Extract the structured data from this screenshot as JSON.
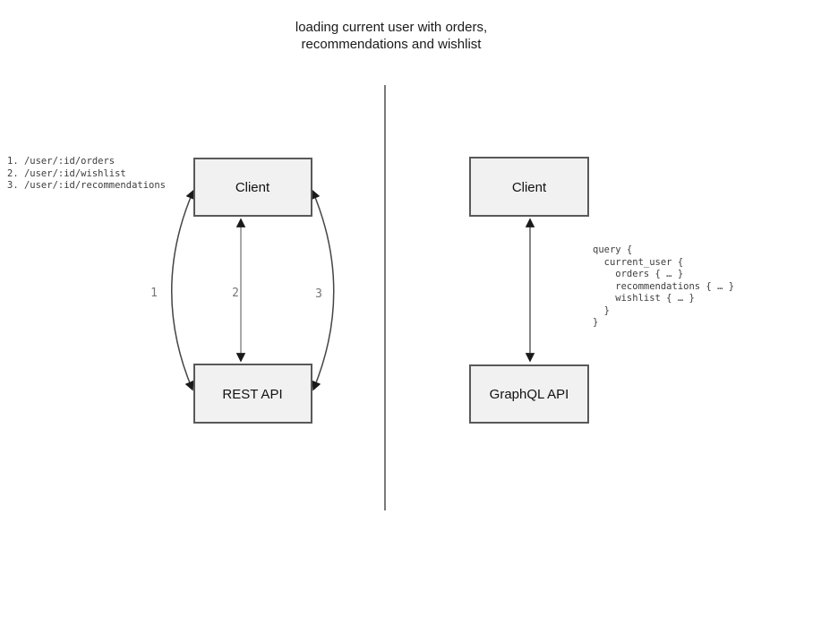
{
  "title": {
    "line1": "loading current user with orders,",
    "line2": "recommendations and wishlist"
  },
  "rest_side": {
    "client_label": "Client",
    "api_label": "REST API",
    "endpoints": [
      "1. /user/:id/orders",
      "2. /user/:id/wishlist",
      "3. /user/:id/recommendations"
    ],
    "arrow_labels": [
      "1",
      "2",
      "3"
    ]
  },
  "graphql_side": {
    "client_label": "Client",
    "api_label": "GraphQL API",
    "query_lines": [
      "query {",
      "  current_user {",
      "    orders { … }",
      "    recommendations { … }",
      "    wishlist { … }",
      "  }",
      "}"
    ]
  },
  "colors": {
    "box_fill": "#f1f1f1",
    "box_border": "#595959",
    "arrow": "#444444",
    "divider": "#7a7a7a",
    "arrow_label": "#777777",
    "code_text": "#3d3d3d",
    "title_text": "#1a1a1a"
  }
}
